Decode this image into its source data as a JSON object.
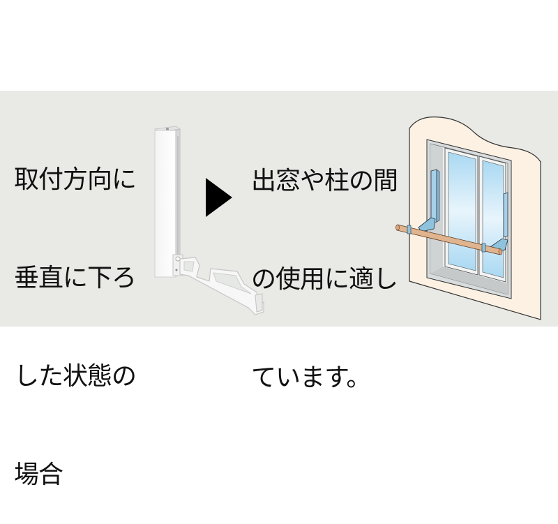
{
  "panel": {
    "background": "#e9eae6",
    "left_caption": {
      "lines": [
        "取付方向に",
        "垂直に下ろ",
        "した状態の",
        "場合"
      ]
    },
    "right_caption": {
      "lines": [
        "出窓や柱の間",
        "の使用に適し",
        "ています。"
      ]
    },
    "arrow": {
      "icon": "right-triangle-arrow",
      "color": "#000000"
    },
    "product_image": {
      "subject": "folding-wall-bracket-white",
      "state": "arm lowered vertically"
    },
    "scene_illustration": {
      "subject": "bay-window-with-brackets-and-wooden-pole",
      "colors": {
        "wall": "#fdf1e4",
        "glass": "#bfe3f5",
        "frame": "#d9dcdc",
        "bracket": "#8fc3dd",
        "pole": "#e0b48e"
      }
    }
  }
}
